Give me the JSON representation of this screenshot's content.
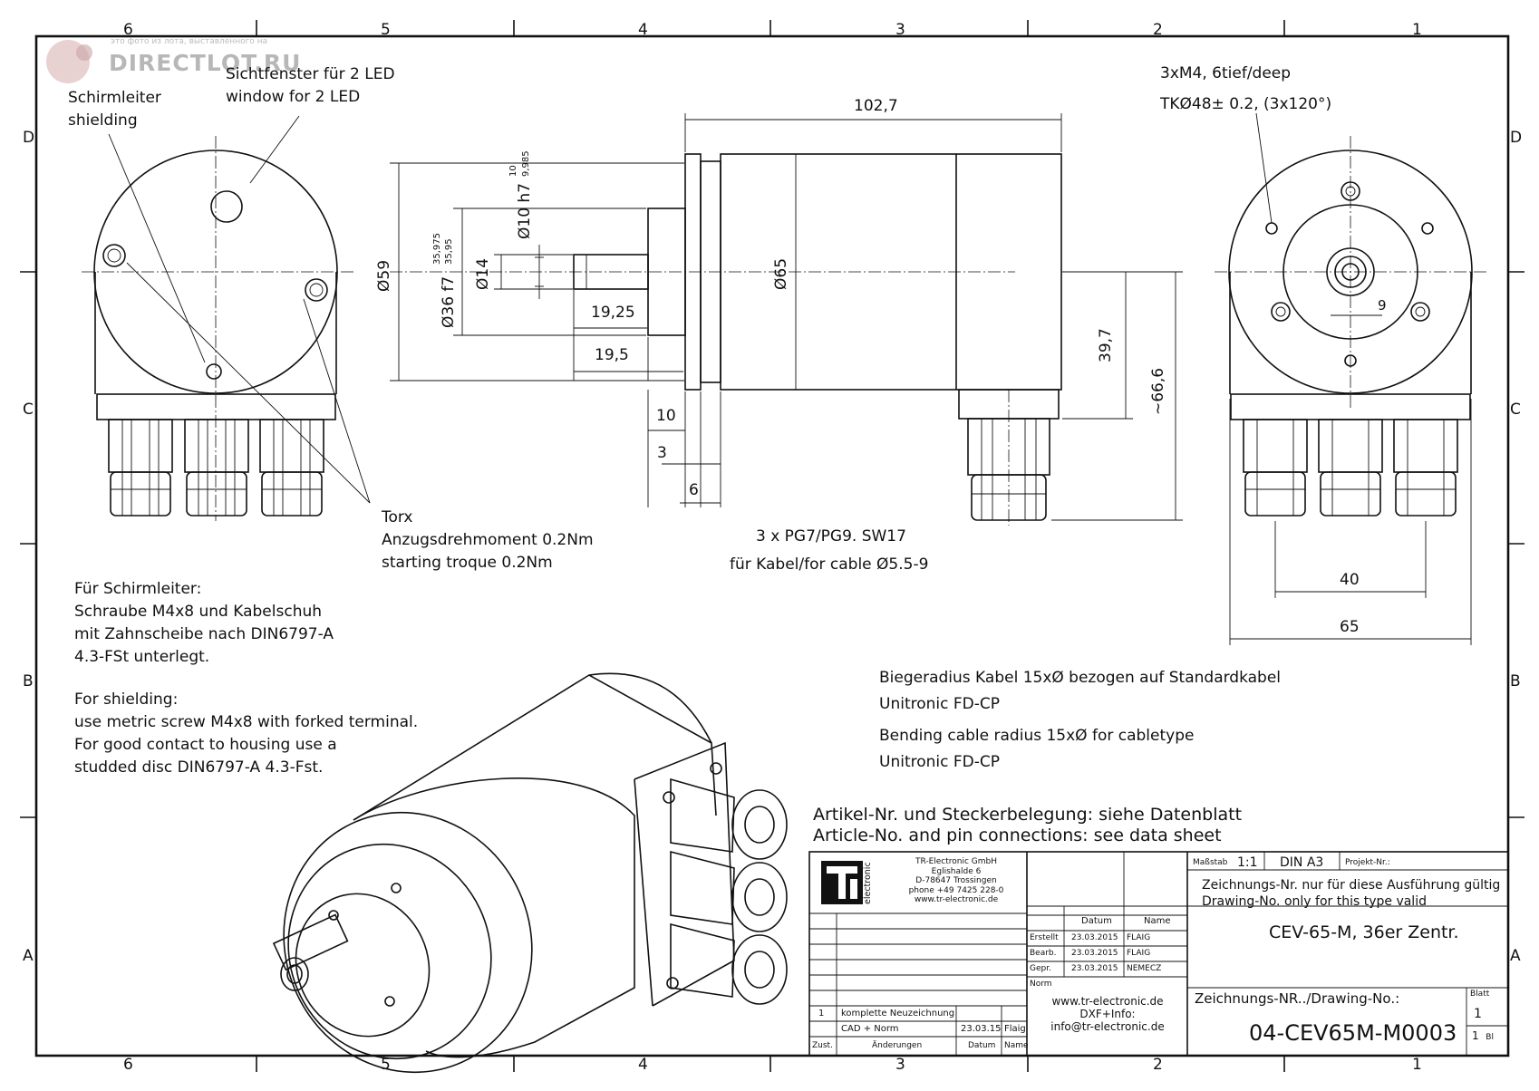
{
  "watermark": {
    "brand": "DIRECTLOT",
    "suffix": ".RU",
    "caption": "это фото из лота, выставленного на"
  },
  "frame": {
    "columns": [
      "6",
      "5",
      "4",
      "3",
      "2",
      "1"
    ],
    "rows": [
      "D",
      "C",
      "B",
      "A"
    ]
  },
  "callouts": {
    "shielding_de": "Schirmleiter",
    "shielding_en": "shielding",
    "window_de": "Sichtfenster für 2 LED",
    "window_en": "window for 2 LED",
    "torx": "Torx",
    "torque_de": "Anzugsdrehmoment 0.2Nm",
    "torque_en": "starting troque 0.2Nm",
    "thread_1": "3xM4, 6tief/deep",
    "thread_2": "TKØ48± 0.2, (3x120°)",
    "gland_1": "3 x PG7/PG9. SW17",
    "gland_2": "für Kabel/for cable Ø5.5-9"
  },
  "dimensions": {
    "length": "102,7",
    "d59": "Ø59",
    "d36": "Ø36 f7",
    "d36_tol_hi": "35,975",
    "d36_tol_lo": "35,95",
    "d14": "Ø14",
    "d10": "Ø10 h7",
    "d10_tol_hi": "10",
    "d10_tol_lo": "9,985",
    "d65": "Ø65",
    "l1925": "19,25",
    "l195": "19,5",
    "l10": "10",
    "l3": "3",
    "l6": "6",
    "h397": "39,7",
    "h666": "~66,6",
    "w9": "9",
    "w40": "40",
    "w65": "65"
  },
  "notes": {
    "shield_de": [
      "Für Schirmleiter:",
      "Schraube M4x8 und Kabelschuh",
      "mit Zahnscheibe nach DIN6797-A",
      "4.3-FSt unterlegt."
    ],
    "shield_en": [
      "For shielding:",
      "use metric screw M4x8 with forked terminal.",
      "For good contact to housing use a",
      "studded disc DIN6797-A 4.3-Fst."
    ],
    "bend": [
      "Biegeradius Kabel 15xØ bezogen auf Standardkabel",
      "Unitronic FD-CP",
      "Bending cable radius 15xØ for cabletype",
      "Unitronic FD-CP"
    ],
    "article": [
      "Artikel-Nr. und Steckerbelegung: siehe Datenblatt",
      "Article-No. and pin connections: see data sheet"
    ]
  },
  "title_block": {
    "company": [
      "TR-Electronic GmbH",
      "Eglishalde 6",
      "D-78647 Trossingen",
      "phone +49 7425 228-0",
      "www.tr-electronic.de"
    ],
    "logo_text": "electronic",
    "scale_label": "Maßstab",
    "scale": "1:1",
    "format": "DIN A3",
    "project_label": "Projekt-Nr.:",
    "validity": [
      "Zeichnungs-Nr. nur für diese Ausführung gültig",
      "Drawing-No. only for this type valid"
    ],
    "col_date": "Datum",
    "col_name": "Name",
    "rows": [
      {
        "role": "Erstellt",
        "date": "23.03.2015",
        "name": "FLAIG"
      },
      {
        "role": "Bearb.",
        "date": "23.03.2015",
        "name": "FLAIG"
      },
      {
        "role": "Gepr.",
        "date": "23.03.2015",
        "name": "NEMECZ"
      },
      {
        "role": "Norm",
        "date": "",
        "name": ""
      }
    ],
    "title": "CEV-65-M, 36er Zentr.",
    "drawing_no_label": "Zeichnungs-NR../Drawing-No.:",
    "drawing_no": "04-CEV65M-M0003",
    "sheet_label": "Blatt",
    "sheet": "1",
    "sheet_total": "1",
    "sheet_total_suffix": "Bl",
    "web": [
      "www.tr-electronic.de",
      "DXF+Info:",
      "info@tr-electronic.de"
    ],
    "revision": {
      "index": "1",
      "text": "komplette Neuzeichnung",
      "date": "23.03.15",
      "name": "Flaig"
    },
    "revision2": {
      "text": "CAD + Norm"
    },
    "footer": {
      "zust": "Zust.",
      "changes": "Änderungen",
      "date": "Datum",
      "name": "Name"
    }
  }
}
